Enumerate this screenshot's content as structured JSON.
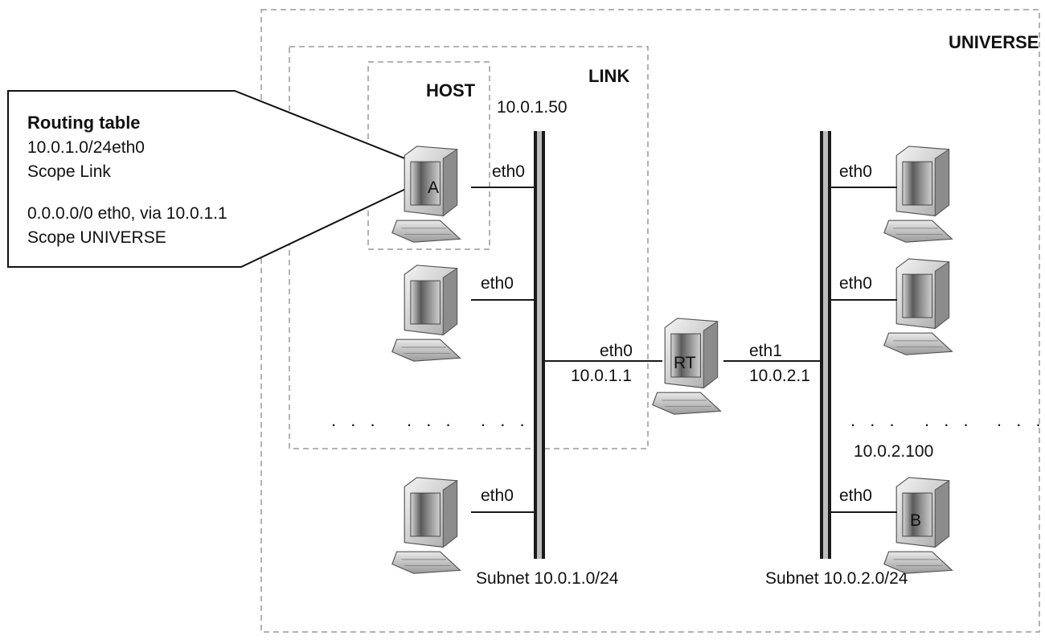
{
  "scopes": {
    "universe": "UNIVERSE",
    "link": "LINK",
    "host": "HOST"
  },
  "callout": {
    "title": "Routing table",
    "line1": "10.0.1.0/24eth0",
    "line2": "Scope Link",
    "line3": "0.0.0.0/0 eth0, via 10.0.1.1",
    "line4": "Scope UNIVERSE"
  },
  "left_subnet": {
    "ip_top": "10.0.1.50",
    "label": "Subnet 10.0.1.0/24",
    "host_a_iface": "eth0",
    "host_a_label": "A",
    "host_2_iface": "eth0",
    "host_3_iface": "eth0"
  },
  "router": {
    "label": "RT",
    "left_iface": "eth0",
    "left_ip": "10.0.1.1",
    "right_iface": "eth1",
    "right_ip": "10.0.2.1"
  },
  "right_subnet": {
    "label": "Subnet 10.0.2.0/24",
    "host_1_iface": "eth0",
    "host_2_iface": "eth0",
    "host_b_iface": "eth0",
    "host_b_label": "B",
    "host_b_ip": "10.0.2.100"
  },
  "ellipsis": ". . ."
}
